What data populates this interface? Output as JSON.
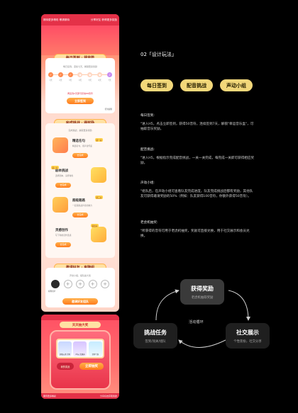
{
  "phone": {
    "topbar_left": "期待更多精彩 敬请期待",
    "topbar_right": "分享好友 获得更多奖励",
    "signin": {
      "title": "每日签到 · 领音符",
      "subtitle": "每日签到，连续七天，解锁更多奖励",
      "days": [
        "1天",
        "2天",
        "3天",
        "4天",
        "5天",
        "6天",
        "7天"
      ],
      "note": "再签到2天即可获得88音符",
      "button": "立即签到",
      "reminder": "签到提醒"
    },
    "challenge": {
      "title": "完成挑战 · 得奖励",
      "subtitle": "完成挑战，赢取更多奖励",
      "tasks": [
        {
          "name": "精选名句",
          "desc": "精选名句，用声音传递",
          "button": "去完成",
          "tag": "第一关"
        },
        {
          "name": "剧本挑战",
          "desc": "选择剧本，演绎角色",
          "button": "去完成",
          "tag": "第二关"
        },
        {
          "name": "超级路路",
          "desc": "一起来挑战声音的魅力",
          "button": "去完成",
          "tag": "第三关"
        },
        {
          "name": "灵感创作",
          "desc": "写下你的创作灵感",
          "button": "去完成",
          "tag": "第四关"
        }
      ]
    },
    "invite": {
      "title": "邀请好友 · 来聊组",
      "subtitle": "声动小组，组队赢大奖",
      "member_name": "昵称用户",
      "button": "邀请好友组队"
    },
    "slot": {
      "title": "天天抽大奖",
      "reels": [
        "超级元素 音符",
        "20元 优惠券",
        "音符气泡"
      ],
      "left_button": "我的奖品",
      "right_button": "立即抽奖",
      "bottom_left": "期待更多精彩",
      "bottom_right": "分享好友获取奖励"
    }
  },
  "heading": "02「设计玩法」",
  "pills": [
    "每日签到",
    "配音挑战",
    "声动小组"
  ],
  "descriptions": [
    {
      "title": "每日签到:",
      "body": "\"进入H5，点击立即签到，获得50音符，连续签到7天，解锁\"幸运音乐盒\"，可抽取音乐奖励。"
    },
    {
      "title": "配音挑战:",
      "body": "\"进入H5，根据指示完成配音挑战，一关一关完成，每完成一关即可获得相应奖励。"
    },
    {
      "title": "声动小组:",
      "body": "\"组队后，在声动小组可查看队友完成进度，队友完成挑战后都有奖励，其他队友可获得邀请奖励的50%（例如：队友获得100音符，你额外获得50音符）。"
    },
    {
      "title": "老虎机抽奖:",
      "body": "\"所获得的音符可用于老虎机抽奖，奖励可直接兑换，用于社交展示和会员兑换。"
    }
  ],
  "loop": {
    "center_label": "活动循环",
    "nodes": {
      "top": {
        "title": "获得奖励",
        "sub": "老虎机抽取奖励"
      },
      "left": {
        "title": "挑战任务",
        "sub": "签到/闯关/组队"
      },
      "right": {
        "title": "社交展示",
        "sub": "个性装扮，社交分享"
      }
    }
  },
  "colors": {
    "accent_pill": "#f2d77a",
    "phone_red": "#e43148",
    "orange_button": "#ff7c1e",
    "node_dark": "#1f1f1f",
    "node_highlight": "#3a3a3a"
  }
}
